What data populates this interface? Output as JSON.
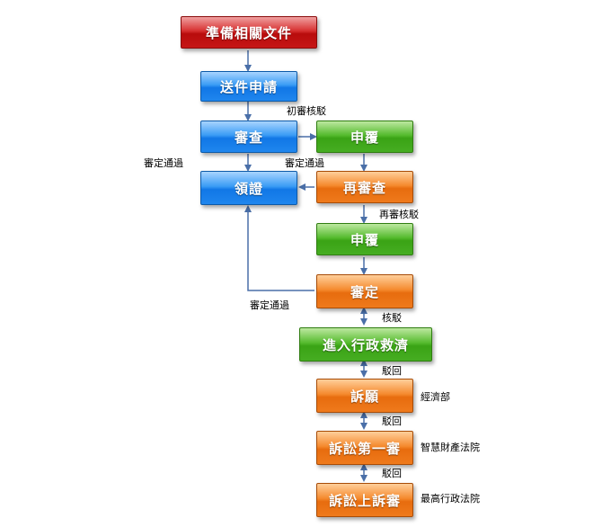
{
  "colors": {
    "red": "#c61616",
    "blue": "#1f86ee",
    "green": "#46ad22",
    "orange": "#ef7a1c",
    "arrow": "#4a6fa8"
  },
  "nodes": {
    "prepare_documents": "準備相關文件",
    "submit_application": "送件申請",
    "examination": "審查",
    "first_reexamination": "申覆",
    "certificate": "領證",
    "reexamination": "再審查",
    "second_reexamination": "申覆",
    "decision": "審定",
    "administrative_remedy": "進入行政救濟",
    "petition": "訴願",
    "first_instance": "訴訟第一審",
    "appeal": "訴訟上訴審"
  },
  "labels": {
    "initial_rejection": "初審核駁",
    "approved_left": "審定通過",
    "approved_middle": "審定通過",
    "reexam_rejection": "再審核駁",
    "approved_decision": "審定通過",
    "rejection": "核駁",
    "dismissed_1": "駁回",
    "ministry": "經濟部",
    "dismissed_2": "駁回",
    "ip_court": "智慧財產法院",
    "dismissed_3": "駁回",
    "supreme_admin_court": "最高行政法院"
  }
}
